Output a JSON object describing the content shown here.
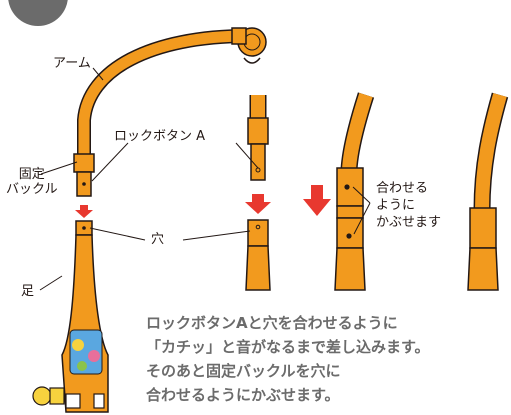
{
  "labels": {
    "arm": "アーム",
    "lock_button_a": "ロックボタン A",
    "fixing_buckle": "固定\nバックル",
    "hole": "穴",
    "foot": "足",
    "align_cover": "合わせる\nように\nかぶせます"
  },
  "instructions": [
    "ロックボタンAと穴を合わせるように",
    "「カチッ」と音がなるまで差し込みます。",
    "そのあと固定バックルを穴に",
    "合わせるようにかぶせます。"
  ],
  "colors": {
    "part_fill": "#f29a1e",
    "outline": "#231815",
    "arrow": "#e8382f",
    "text_gray": "#6b6b6b",
    "step_circle": "#6b6b6b"
  },
  "icons": {
    "down_arrow": "down-arrow-icon",
    "step_marker": "step-circle-icon"
  }
}
